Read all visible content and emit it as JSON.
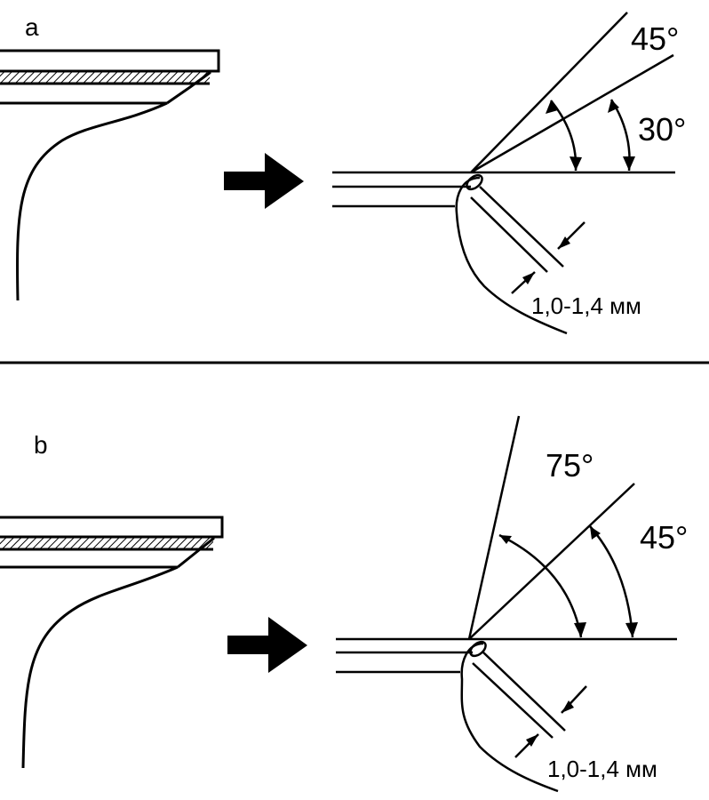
{
  "panels": [
    {
      "label": "a",
      "angle_outer": "45°",
      "angle_inner": "30°",
      "width_label": "1,0-1,4 мм"
    },
    {
      "label": "b",
      "angle_outer": "75°",
      "angle_inner": "45°",
      "width_label": "1,0-1,4 мм"
    }
  ],
  "colors": {
    "stroke": "#000000",
    "background": "#ffffff"
  }
}
